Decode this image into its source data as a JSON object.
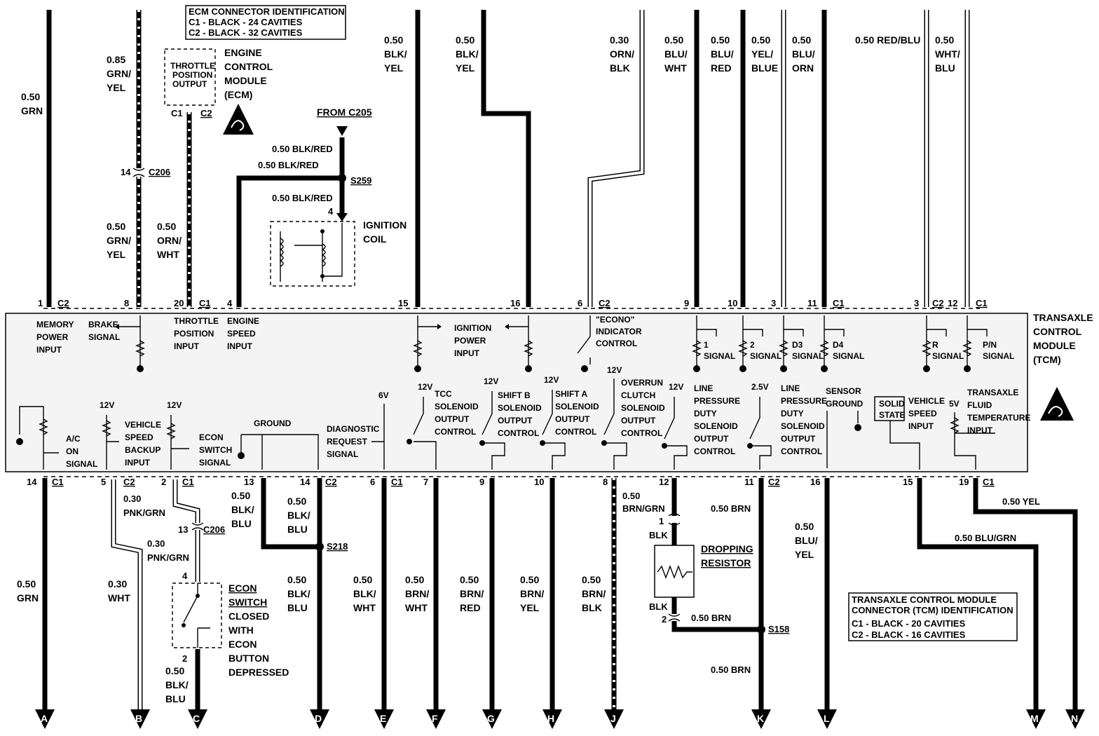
{
  "ecm_id_box": {
    "title": "ECM CONNECTOR IDENTIFICATION",
    "line1": "C1 - BLACK - 24 CAVITIES",
    "line2": "C2 - BLACK - 32 CAVITIES"
  },
  "tcm_id_box": {
    "title1": "TRANSAXLE CONTROL MODULE",
    "title2": "CONNECTOR (TCM) IDENTIFICATION",
    "line1": "C1 - BLACK - 20 CAVITIES",
    "line2": "C2 - BLACK - 16 CAVITIES"
  },
  "ecm": {
    "label": [
      "ENGINE",
      "CONTROL",
      "MODULE",
      "(ECM)"
    ],
    "tps_box": [
      "THROTTLE",
      "POSITION",
      "OUTPUT"
    ],
    "c1": "C1",
    "c2": "C2"
  },
  "tcm": {
    "label": [
      "TRANSAXLE",
      "CONTROL",
      "MODULE",
      "(TCM)"
    ]
  },
  "ignition_coil": {
    "label": [
      "IGNITION",
      "COIL"
    ],
    "pin": "4",
    "from": "FROM C205",
    "splice": "S259",
    "wire_in": "0.50 BLK/RED",
    "wire_left": "0.50 BLK/RED",
    "wire_out": "0.50 BLK/RED"
  },
  "top_wires": [
    {
      "id": "w1",
      "label": [
        "0.50",
        "GRN"
      ],
      "pin": "1",
      "conn": "C2"
    },
    {
      "id": "w8",
      "label_top": [
        "0.85",
        "GRN/",
        "YEL"
      ],
      "label": [
        "0.50",
        "GRN/",
        "YEL"
      ],
      "pin": "8",
      "conn_mid_pin": "14",
      "conn_mid": "C206"
    },
    {
      "id": "w20",
      "label": [
        "0.50",
        "ORN/",
        "WHT"
      ],
      "pin": "20",
      "conn": "C1"
    },
    {
      "id": "w4",
      "pin": "4"
    },
    {
      "id": "w15",
      "label": [
        "0.50",
        "BLK/",
        "YEL"
      ],
      "pin": "15"
    },
    {
      "id": "w16",
      "label": [
        "0.50",
        "BLK/",
        "YEL"
      ],
      "pin": "16"
    },
    {
      "id": "w6",
      "label": [
        "0.30",
        "ORN/",
        "BLK"
      ],
      "pin": "6",
      "conn": "C2"
    },
    {
      "id": "w9",
      "label": [
        "0.50",
        "BLU/",
        "WHT"
      ],
      "pin": "9"
    },
    {
      "id": "w10",
      "label": [
        "0.50",
        "BLU/",
        "RED"
      ],
      "pin": "10"
    },
    {
      "id": "w3",
      "label": [
        "0.50",
        "YEL/",
        "BLUE"
      ],
      "pin": "3"
    },
    {
      "id": "w11",
      "label": [
        "0.50",
        "BLU/",
        "ORN"
      ],
      "pin": "11",
      "conn": "C1"
    },
    {
      "id": "w3b",
      "label": [
        "0.50 RED/BLU"
      ],
      "pin": "3",
      "conn": "C2"
    },
    {
      "id": "w12",
      "label": [
        "0.50",
        "WHT/",
        "BLU"
      ],
      "pin": "12",
      "conn": "C1"
    }
  ],
  "tcm_inputs_top": {
    "memory": [
      "MEMORY",
      "POWER",
      "INPUT"
    ],
    "brake": [
      "BRAKE",
      "SIGNAL"
    ],
    "throttle": [
      "THROTTLE",
      "POSITION",
      "INPUT"
    ],
    "engine_speed": [
      "ENGINE",
      "SPEED",
      "INPUT"
    ],
    "ignition": [
      "IGNITION",
      "POWER",
      "INPUT"
    ],
    "econo": [
      "\"ECONO\"",
      "INDICATOR",
      "CONTROL"
    ],
    "sig1": [
      "1",
      "SIGNAL"
    ],
    "sig2": [
      "2",
      "SIGNAL"
    ],
    "sigd3": [
      "D3",
      "SIGNAL"
    ],
    "sigd4": [
      "D4",
      "SIGNAL"
    ],
    "sigr": [
      "R",
      "SIGNAL"
    ],
    "sigpn": [
      "P/N",
      "SIGNAL"
    ]
  },
  "tcm_inputs_bottom": {
    "ac": [
      "A/C",
      "ON",
      "SIGNAL"
    ],
    "vss_backup": [
      "VEHICLE",
      "SPEED",
      "BACKUP",
      "INPUT"
    ],
    "econ_switch": [
      "ECON",
      "SWITCH",
      "SIGNAL"
    ],
    "ground": "GROUND",
    "diag": [
      "DIAGNOSTIC",
      "REQUEST",
      "SIGNAL"
    ],
    "tcc": [
      "TCC",
      "SOLENOID",
      "OUTPUT",
      "CONTROL"
    ],
    "shiftb": [
      "SHIFT B",
      "SOLENOID",
      "OUTPUT",
      "CONTROL"
    ],
    "shifta": [
      "SHIFT A",
      "SOLENOID",
      "OUTPUT",
      "CONTROL"
    ],
    "overrun": [
      "OVERRUN",
      "CLUTCH",
      "SOLENOID",
      "OUTPUT",
      "CONTROL"
    ],
    "lp_duty": [
      "LINE",
      "PRESSURE",
      "DUTY",
      "SOLENOID",
      "OUTPUT",
      "CONTROL"
    ],
    "lp": [
      "LINE",
      "PRESSURE",
      "DUTY",
      "SOLENOID",
      "OUTPUT",
      "CONTROL"
    ],
    "sensor_ground": [
      "SENSOR",
      "GROUND"
    ],
    "solid_state": [
      "SOLID",
      "STATE"
    ],
    "vss": [
      "VEHICLE",
      "SPEED",
      "INPUT"
    ],
    "fluid_temp": [
      "TRANSAXLE",
      "FLUID",
      "TEMPERATURE",
      "INPUT"
    ],
    "v12": "12V",
    "v6": "6V",
    "v25": "2.5V",
    "v5": "5V"
  },
  "bottom_wires": {
    "a": {
      "pin": "14",
      "conn": "C1",
      "label": [
        "0.50",
        "GRN"
      ],
      "letter": "A"
    },
    "b": {
      "pin": "5",
      "conn": "C2",
      "label_top": [
        "0.30",
        "PNK/GRN"
      ],
      "label_mid": [
        "0.30",
        "PNK/GRN"
      ],
      "label": [
        "0.30",
        "WHT"
      ],
      "letter": "B"
    },
    "c": {
      "pin": "2",
      "conn": "C1",
      "c206_pin": "13",
      "c206": "C206",
      "sw_pin_top": "4",
      "sw_pin_bot": "2",
      "label": [
        "0.50",
        "BLK/",
        "BLU"
      ],
      "letter": "C"
    },
    "econ_switch": [
      "ECON",
      "SWITCH",
      "CLOSED",
      "WITH",
      "ECON",
      "BUTTON",
      "DEPRESSED"
    ],
    "pin13": {
      "pin": "13",
      "label": [
        "0.50",
        "BLK/",
        "BLU"
      ]
    },
    "d": {
      "pin": "14",
      "conn": "C2",
      "label_top": [
        "0.50",
        "BLK/",
        "BLU"
      ],
      "splice": "S218",
      "label": [
        "0.50",
        "BLK/",
        "BLU"
      ],
      "letter": "D"
    },
    "e": {
      "pin": "6",
      "conn": "C1",
      "label": [
        "0.50",
        "BLK/",
        "WHT"
      ],
      "letter": "E"
    },
    "f": {
      "pin": "7",
      "label": [
        "0.50",
        "BRN/",
        "WHT"
      ],
      "letter": "F"
    },
    "g": {
      "pin": "9",
      "label": [
        "0.50",
        "BRN/",
        "RED"
      ],
      "letter": "G"
    },
    "h": {
      "pin": "10",
      "label": [
        "0.50",
        "BRN/",
        "YEL"
      ],
      "letter": "H"
    },
    "j": {
      "pin": "8",
      "label": [
        "0.50",
        "BRN/",
        "BLK"
      ],
      "letter": "J"
    },
    "r12": {
      "pin": "12",
      "label": [
        "0.50",
        "BRN/GRN"
      ],
      "res_pin1": "1",
      "res_pin2": "2",
      "blk": "BLK",
      "res_label": [
        "DROPPING",
        "RESISTOR"
      ],
      "wire_bot": "0.50 BRN"
    },
    "k": {
      "pin": "11",
      "conn": "C2",
      "label_top": "0.50 BRN",
      "splice": "S158",
      "label": "0.50 BRN",
      "letter": "K"
    },
    "l": {
      "pin": "16",
      "label": [
        "0.50",
        "BLU/",
        "YEL"
      ],
      "letter": "L"
    },
    "m": {
      "pin": "15",
      "label": "0.50 BLU/GRN",
      "letter": "M"
    },
    "n": {
      "pin": "19",
      "conn": "C1",
      "label": "0.50 YEL",
      "letter": "N"
    }
  }
}
